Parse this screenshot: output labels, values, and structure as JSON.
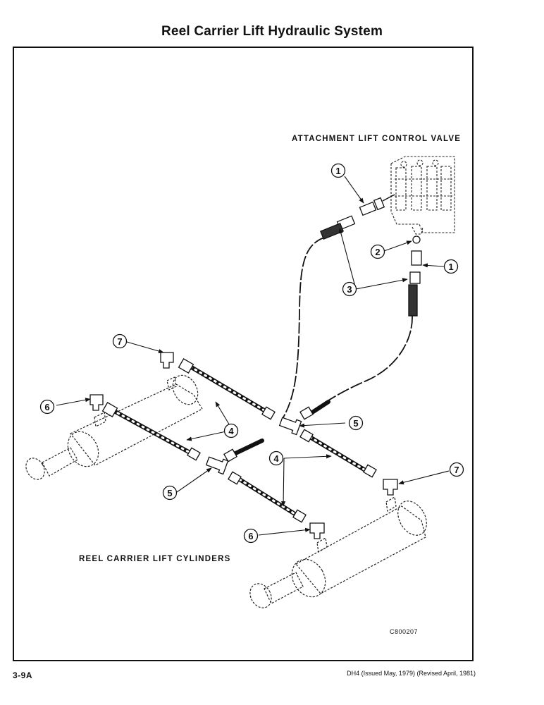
{
  "header": {
    "title": "Reel Carrier Lift Hydraulic System"
  },
  "labels": {
    "valve": "ATTACHMENT LIFT CONTROL VALVE",
    "cylinders": "REEL CARRIER LIFT CYLINDERS"
  },
  "figure_code": "C800207",
  "footer": {
    "page_number": "3-9A",
    "document_info": "DH4 (Issued May, 1979) (Revised April, 1981)"
  },
  "callouts": [
    {
      "id": "c1a",
      "number": "1"
    },
    {
      "id": "c1b",
      "number": "1"
    },
    {
      "id": "c2",
      "number": "2"
    },
    {
      "id": "c3",
      "number": "3"
    },
    {
      "id": "c4a",
      "number": "4"
    },
    {
      "id": "c4b",
      "number": "4"
    },
    {
      "id": "c5a",
      "number": "5"
    },
    {
      "id": "c5b",
      "number": "5"
    },
    {
      "id": "c6a",
      "number": "6"
    },
    {
      "id": "c6b",
      "number": "6"
    },
    {
      "id": "c7a",
      "number": "7"
    },
    {
      "id": "c7b",
      "number": "7"
    }
  ]
}
